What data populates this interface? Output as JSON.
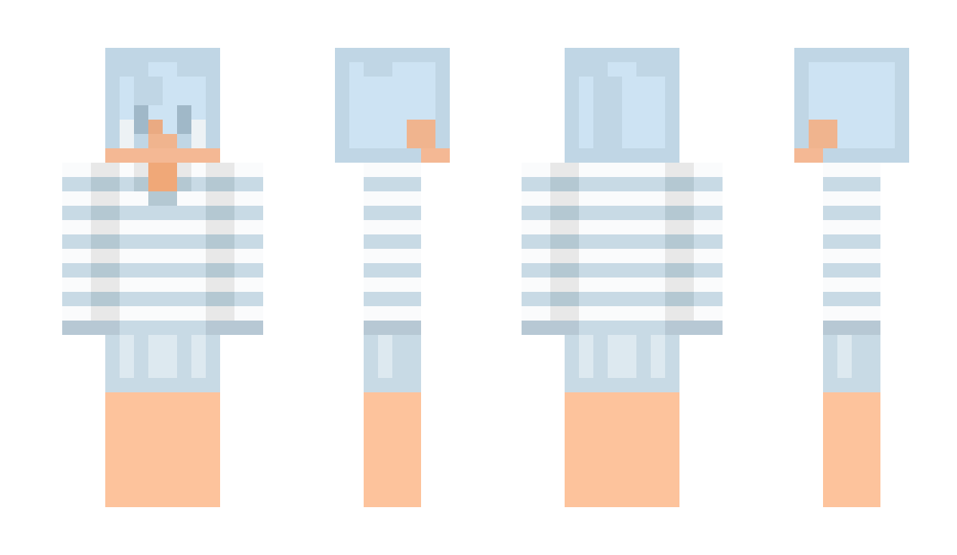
{
  "palette": {
    "a": "#c0d6e5",
    "b": "#cde3f3",
    "d": "#a0b8c8",
    "w": "#edf2f5",
    "s": "#f4b894",
    "t": "#eaaa82",
    "n": "#f0b48e",
    "o": "#f0a878",
    "S": "#fdc39c",
    "W": "#fafbfc",
    "G": "#e8e8e8",
    "B": "#c8dae5",
    "D": "#b4c8d2",
    "L": "#b7c8d4",
    "P": "#c8dae5",
    "p": "#dde9f0"
  },
  "views": [
    "front",
    "right-side",
    "back",
    "left-side"
  ]
}
